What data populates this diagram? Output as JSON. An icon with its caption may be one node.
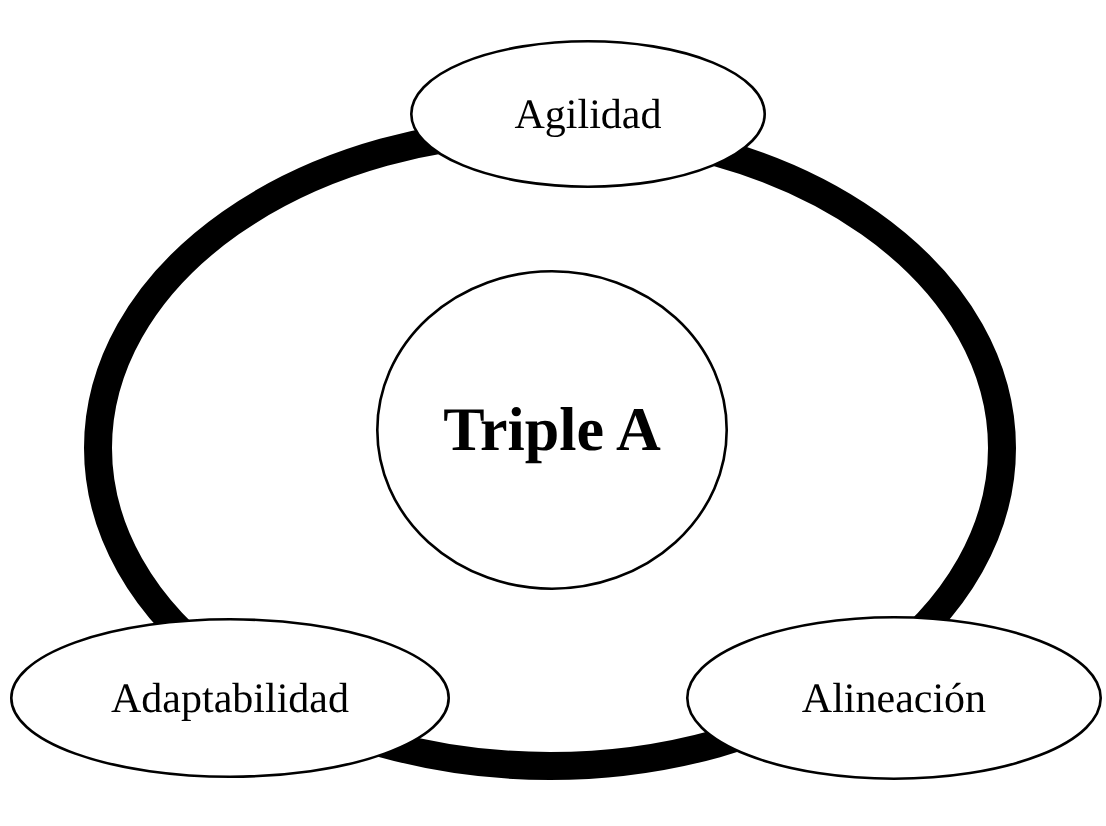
{
  "diagram": {
    "nodes": [
      {
        "text": [],
        "shape": "circle"
      },
      {
        "text": [
          "Agilidad"
        ]
      },
      {
        "text": [
          "Triple A"
        ],
        "in": 0
      },
      {
        "text": [
          "Adaptabilidad"
        ]
      },
      {
        "text": [
          "Alineación"
        ]
      }
    ]
  }
}
